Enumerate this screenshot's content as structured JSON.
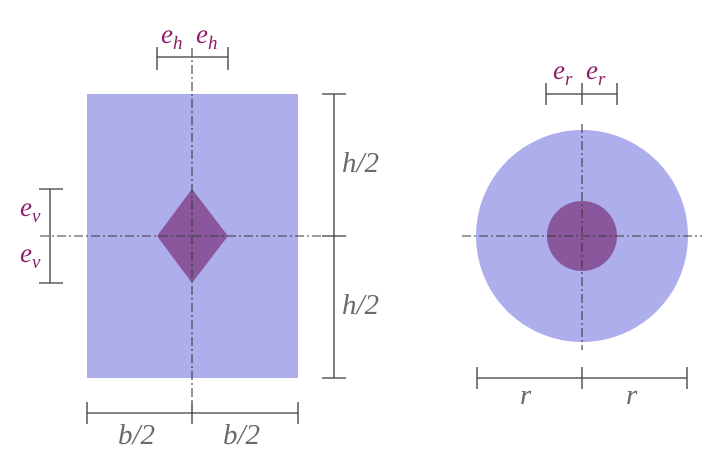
{
  "colors": {
    "section_fill": "#adaeeb",
    "core_fill": "#8a579d",
    "dimension_line": "#3a3a3a",
    "eccentricity_label": "#8e1f6a",
    "dimension_label": "#6a6a6a"
  },
  "rectangle": {
    "shape": "rectangle",
    "core_shape": "rhombus",
    "eh_base": "e",
    "eh_sub": "h",
    "ev_base": "e",
    "ev_sub": "v",
    "half_height": "h/2",
    "half_width": "b/2"
  },
  "circle": {
    "shape": "circle",
    "core_shape": "circle",
    "er_base": "e",
    "er_sub": "r",
    "radius": "r"
  }
}
